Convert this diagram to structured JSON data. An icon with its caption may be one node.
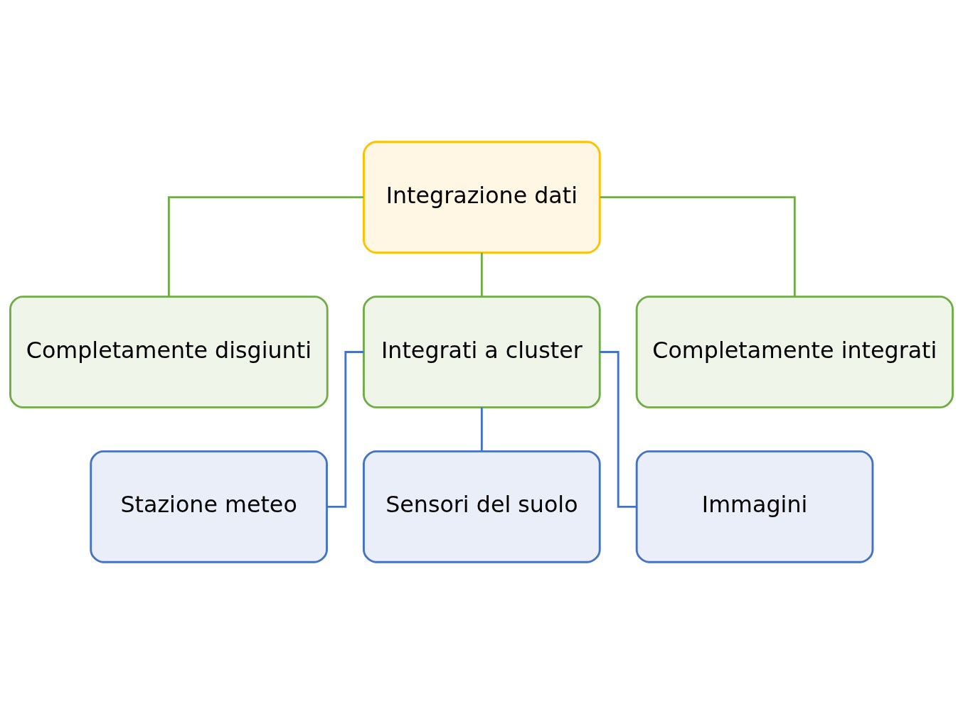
{
  "diagram": {
    "nodes": [
      {
        "text": [
          "Integrazione dati"
        ]
      },
      {
        "text": [
          "Completamente disgiunti"
        ]
      },
      {
        "text": [
          "Integrati a cluster"
        ]
      },
      {
        "text": [
          "Completamente integrati"
        ]
      },
      {
        "text": [
          "Stazione meteo"
        ]
      },
      {
        "text": [
          "Sensori del suolo"
        ]
      },
      {
        "text": [
          "Immagini"
        ]
      }
    ],
    "edges": [
      {
        "from": 0,
        "to": 1,
        "arrow": "none",
        "color": "#70ad47"
      },
      {
        "from": 0,
        "to": 2,
        "arrow": "none",
        "color": "#70ad47"
      },
      {
        "from": 0,
        "to": 3,
        "arrow": "none",
        "color": "#70ad47"
      },
      {
        "from": 2,
        "to": 4,
        "arrow": "none",
        "color": "#4472c4"
      },
      {
        "from": 2,
        "to": 5,
        "arrow": "none",
        "color": "#4472c4"
      },
      {
        "from": 2,
        "to": 6,
        "arrow": "none",
        "color": "#4472c4"
      }
    ]
  }
}
